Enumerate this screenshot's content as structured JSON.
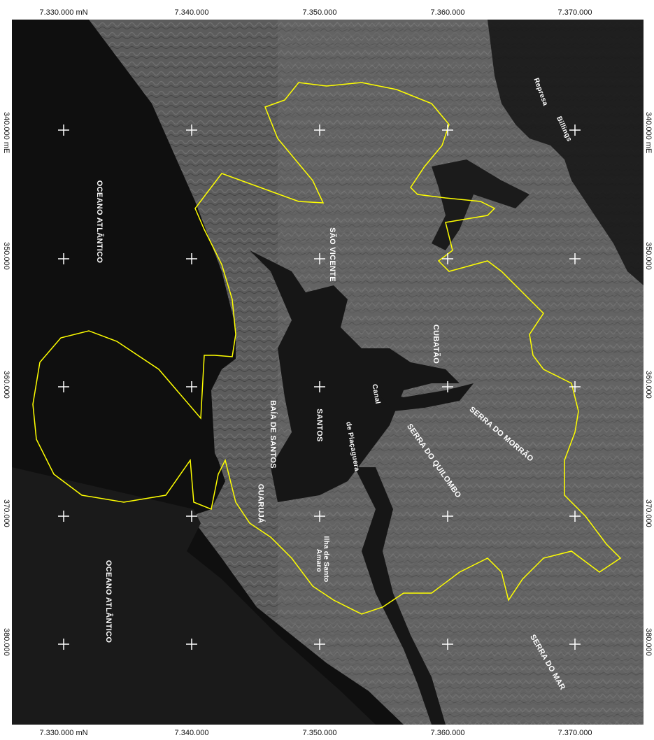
{
  "top_ticks": [
    "7.330.000 mN",
    "7.340.000",
    "7.350.000",
    "7.360.000",
    "7.370.000"
  ],
  "bottom_ticks": [
    "7.330.000 mN",
    "7.340.000",
    "7.350.000",
    "7.360.000",
    "7.370.000"
  ],
  "left_ticks": [
    "340.000 mE",
    "350.000",
    "360.000",
    "370.000",
    "380.000"
  ],
  "right_ticks": [
    "340.000 mE",
    "350.000",
    "360.000",
    "370.000",
    "380.000"
  ],
  "labels": {
    "ocean_north": "OCEANO ATLÂNTICO",
    "ocean_south": "OCEANO ATLÂNTICO",
    "sao_vicente": "SÃO VICENTE",
    "cubatao": "CUBATÃO",
    "baia_santos": "BAÍA DE SANTOS",
    "santos": "SANTOS",
    "guaruja": "GUARUJÁ",
    "canal_line1": "Canal",
    "canal_line2": "de Piaçaguera",
    "ilha_line1": "Ilha de Santo",
    "ilha_line2": "Amaro",
    "serra_quilombo": "SERRA DO QUILOMBO",
    "serra_morrao": "SERRA DO MORRÃO",
    "serra_mar": "SERRA DO MAR",
    "represa_line1": "Represa",
    "represa_line2": "Billings"
  },
  "colors": {
    "boundary": "#ffff00",
    "ocean": "#0d0d0d",
    "land": "#5a5a5a",
    "water": "#141414"
  }
}
